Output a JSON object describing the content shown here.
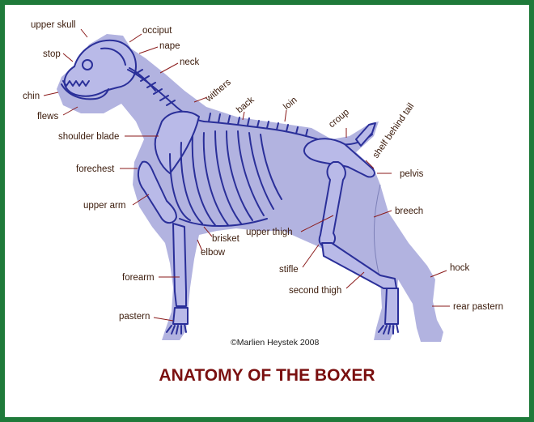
{
  "title": "ANATOMY OF THE BOXER",
  "copyright": "©Marlien Heystek 2008",
  "labels": {
    "upper_skull": "upper skull",
    "occiput": "occiput",
    "nape": "nape",
    "stop": "stop",
    "neck": "neck",
    "withers": "withers",
    "back": "back",
    "loin": "loin",
    "croup": "croup",
    "shelf_behind_tail": "shelf behind tail",
    "chin": "chin",
    "flews": "flews",
    "shoulder_blade": "shoulder blade",
    "forechest": "forechest",
    "pelvis": "pelvis",
    "upper_arm": "upper arm",
    "breech": "breech",
    "brisket": "brisket",
    "upper_thigh": "upper thigh",
    "elbow": "elbow",
    "stifle": "stifle",
    "hock": "hock",
    "forearm": "forearm",
    "second_thigh": "second thigh",
    "rear_pastern": "rear pastern",
    "pastern": "pastern"
  },
  "colors": {
    "frame": "#1f7a3a",
    "silhouette": "#b2b3e0",
    "skeleton": "#2a2f99",
    "label_text": "#3a1a0a",
    "leader_line": "#8a1a1a",
    "title": "#7a0f0f"
  }
}
